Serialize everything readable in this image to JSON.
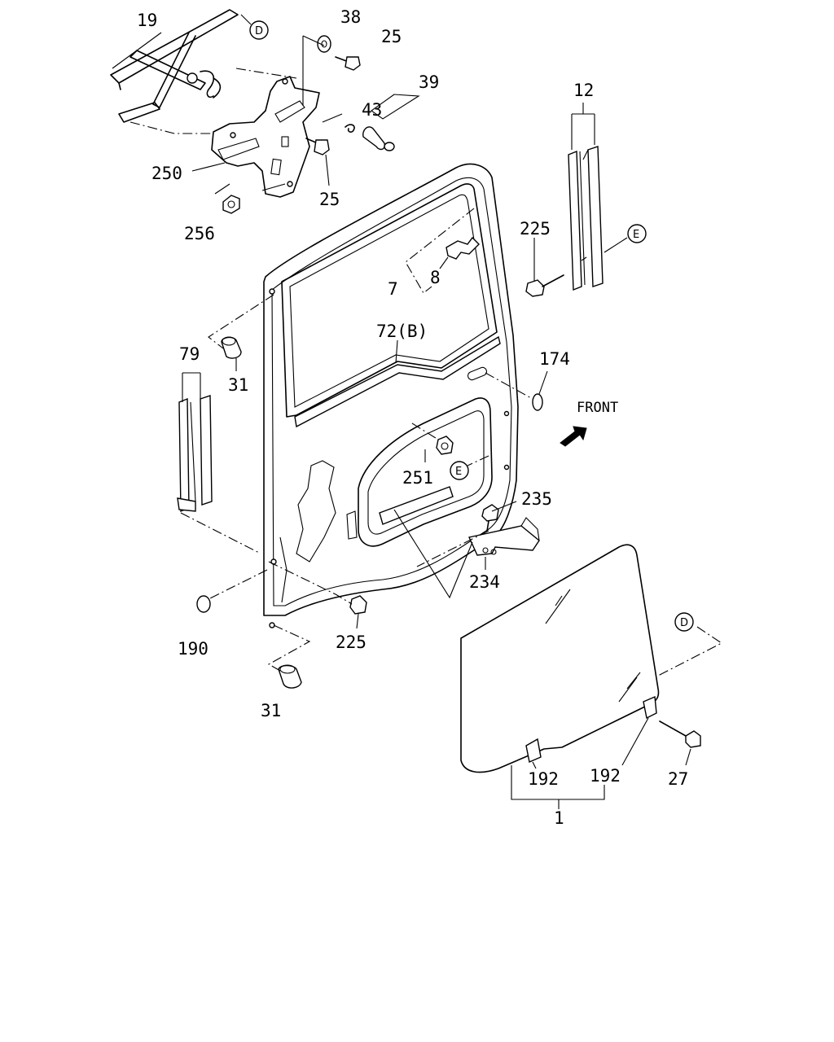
{
  "labels": {
    "p19": "19",
    "p38": "38",
    "p25a": "25",
    "p25b": "25",
    "p39": "39",
    "p43": "43",
    "p250": "250",
    "p256": "256",
    "p12": "12",
    "p225a": "225",
    "p225b": "225",
    "p7": "7",
    "p8": "8",
    "p72": "72(B)",
    "p174": "174",
    "p79": "79",
    "p31a": "31",
    "p31b": "31",
    "p251": "251",
    "p235": "235",
    "p234": "234",
    "p190": "190",
    "p192a": "192",
    "p192b": "192",
    "p27": "27",
    "p1": "1"
  },
  "refs": {
    "d_top": "D",
    "d_bottom": "D",
    "e_right": "E",
    "e_center": "E"
  },
  "front": "FRONT"
}
